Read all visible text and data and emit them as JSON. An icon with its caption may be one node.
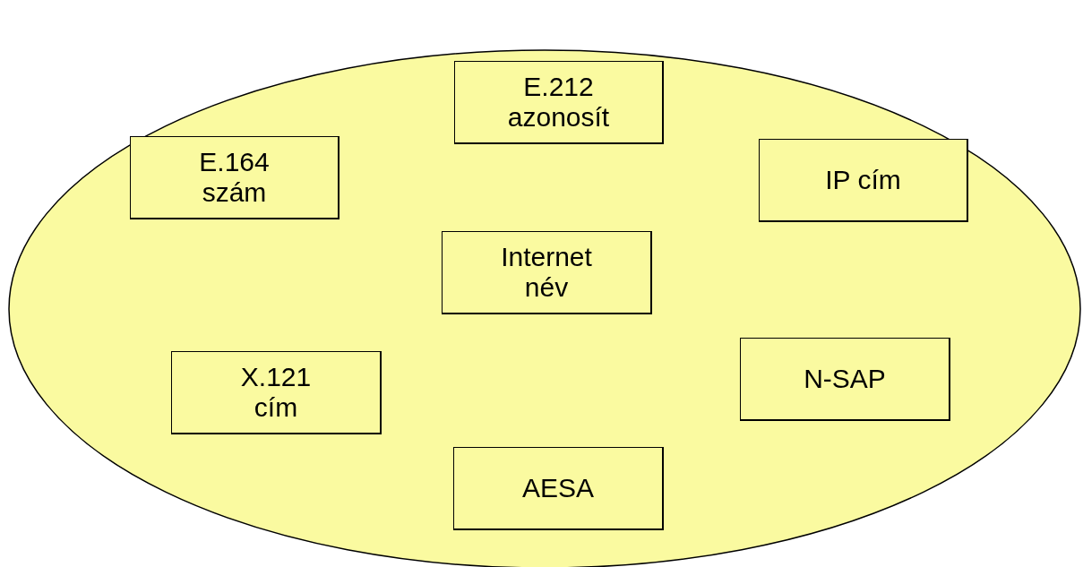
{
  "diagram": {
    "nodes": [
      {
        "text": [],
        "shape": "ellipse"
      },
      {
        "text": [
          "E.212 azonosít"
        ],
        "in": 0
      },
      {
        "text": [
          "E.164 szám"
        ],
        "in": 0
      },
      {
        "text": [
          "IP cím"
        ],
        "in": 0
      },
      {
        "text": [
          "Internet név"
        ],
        "in": 0
      },
      {
        "text": [
          "X.121 cím"
        ],
        "in": 0
      },
      {
        "text": [
          "N-SAP"
        ],
        "in": 0
      },
      {
        "text": [
          "AESA"
        ],
        "in": 0
      }
    ]
  }
}
